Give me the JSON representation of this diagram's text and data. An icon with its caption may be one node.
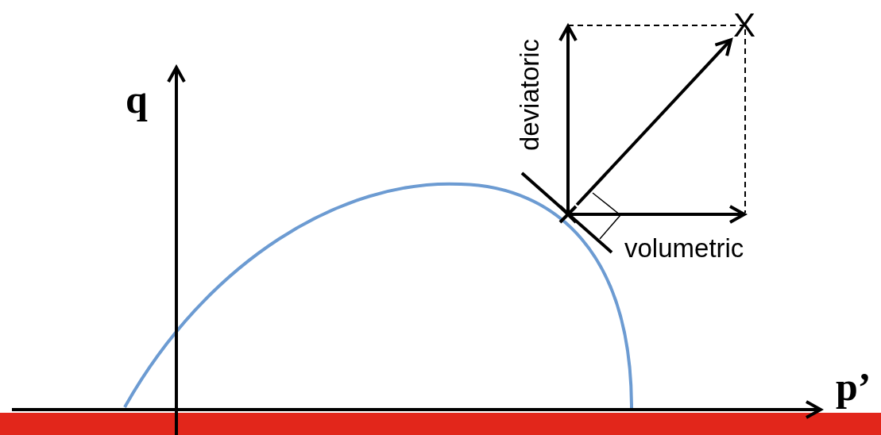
{
  "diagram": {
    "nodes": [
      {
        "text": [],
        "shape": "cross"
      },
      {
        "text": [
          "X"
        ]
      }
    ],
    "edges": [
      {
        "from": 0,
        "to": 1,
        "arrow": "to"
      }
    ],
    "labels": [
      "q",
      "p’",
      "deviatoric",
      "volumetric"
    ]
  }
}
